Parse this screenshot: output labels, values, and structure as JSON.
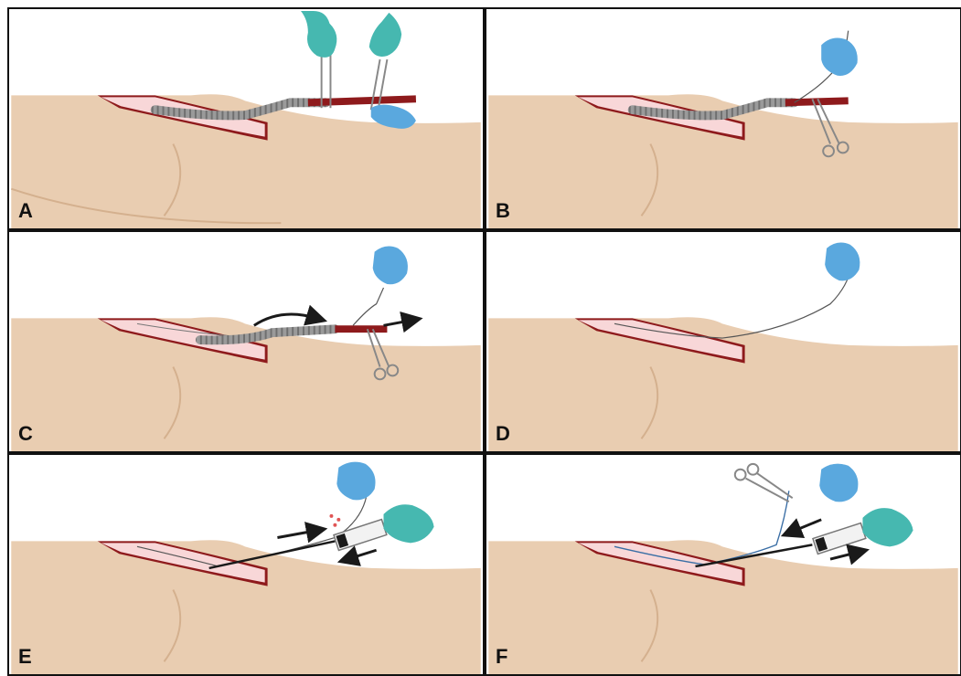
{
  "panels": [
    {
      "label": "A",
      "step": "catheter-dissection"
    },
    {
      "label": "B",
      "step": "catheter-clamped"
    },
    {
      "label": "C",
      "step": "catheter-withdrawal"
    },
    {
      "label": "D",
      "step": "guidewire-in-place"
    },
    {
      "label": "E",
      "step": "sheath-advance"
    },
    {
      "label": "F",
      "step": "dilator-removal"
    }
  ],
  "colors": {
    "skin": "#e9cdb1",
    "skin_shadow": "#d9b792",
    "vessel_wall": "#8e1a1c",
    "vessel_lumen": "#f8d7d8",
    "catheter": "#8f8f8f",
    "glove_blue": "#5aa8de",
    "glove_teal": "#46b8b0",
    "arrow": "#1a1a1a",
    "border": "#111111"
  }
}
